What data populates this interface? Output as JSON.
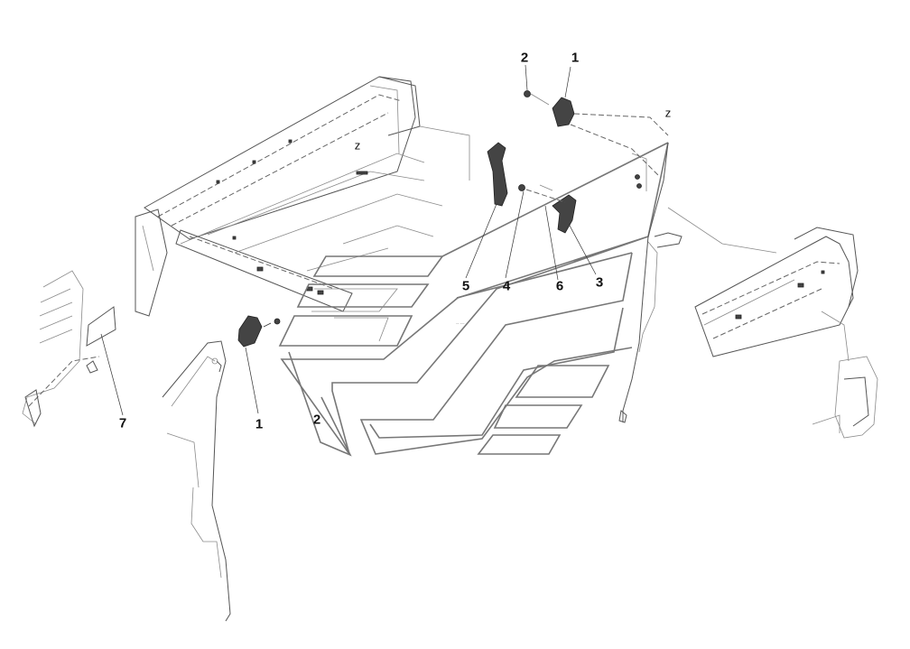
{
  "callouts": [
    {
      "id": "c-1-top",
      "text": "1"
    },
    {
      "id": "c-2-top",
      "text": "2"
    },
    {
      "id": "c-z-right",
      "text": "z"
    },
    {
      "id": "c-z-left",
      "text": "z"
    },
    {
      "id": "c-5",
      "text": "5"
    },
    {
      "id": "c-4",
      "text": "4"
    },
    {
      "id": "c-6",
      "text": "6"
    },
    {
      "id": "c-3",
      "text": "3"
    },
    {
      "id": "c-7",
      "text": "7"
    },
    {
      "id": "c-1-bottom",
      "text": "1"
    },
    {
      "id": "c-2-decal",
      "text": "2"
    }
  ]
}
